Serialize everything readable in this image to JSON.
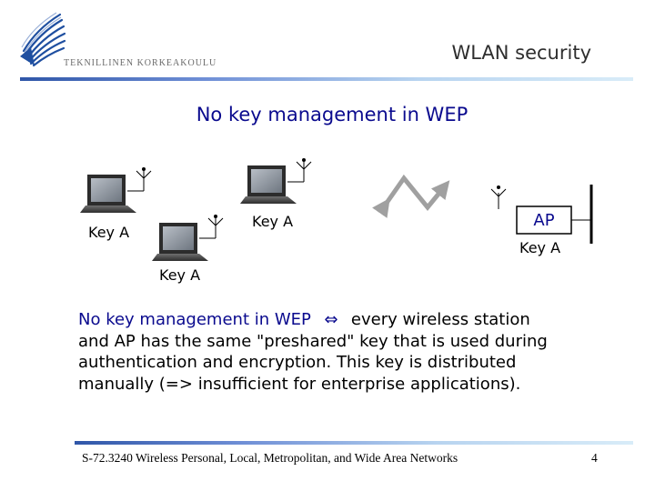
{
  "header": {
    "org_name": "TEKNILLINEN KORKEAKOULU",
    "title": "WLAN security"
  },
  "slide": {
    "title": "No key management in WEP"
  },
  "diagram": {
    "laptop_labels": [
      "Key A",
      "Key A",
      "Key A"
    ],
    "ap_label": "AP",
    "ap_key_label": "Key A"
  },
  "body": {
    "lead": "No key management in WEP",
    "arrow": "⇔",
    "line1_rest": "every wireless station",
    "line2": "and AP has the same \"preshared\" key that is used during",
    "line3": "authentication and encryption. This key is distributed",
    "line4": "manually (=> insufficient for enterprise applications)."
  },
  "footer": {
    "text": "S-72.3240 Wireless Personal, Local, Metropolitan, and Wide Area Networks",
    "page": "4"
  },
  "colors": {
    "title_blue": "#0a0a8e",
    "logo_blue": "#1f4fa0",
    "rule_start": "#2f56a8",
    "rule_end": "#d8ecf8"
  }
}
